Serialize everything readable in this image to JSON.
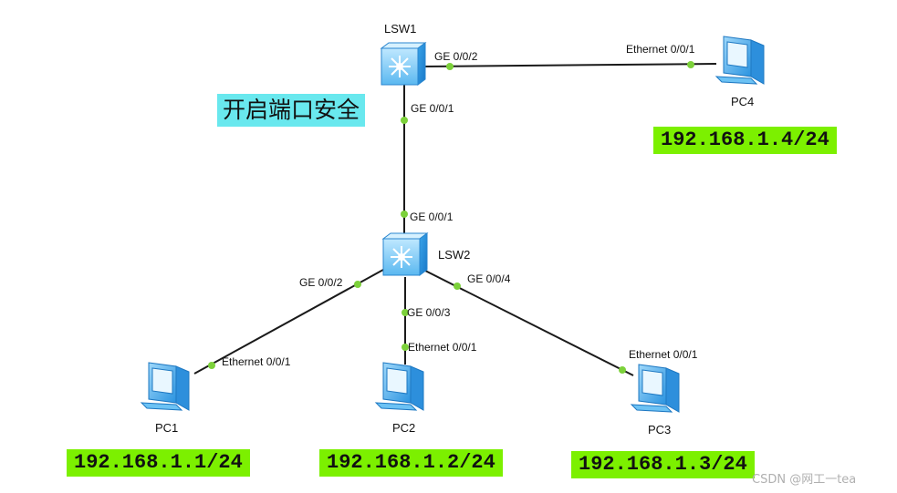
{
  "devices": {
    "lsw1": {
      "name": "LSW1",
      "icon": "switch-icon"
    },
    "lsw2": {
      "name": "LSW2",
      "icon": "switch-icon"
    },
    "pc1": {
      "name": "PC1",
      "icon": "pc-icon",
      "ip": "192.168.1.1/24"
    },
    "pc2": {
      "name": "PC2",
      "icon": "pc-icon",
      "ip": "192.168.1.2/24"
    },
    "pc3": {
      "name": "PC3",
      "icon": "pc-icon",
      "ip": "192.168.1.3/24"
    },
    "pc4": {
      "name": "PC4",
      "icon": "pc-icon",
      "ip": "192.168.1.4/24"
    }
  },
  "links": [
    {
      "from": "LSW1",
      "from_port": "GE 0/0/2",
      "to": "PC4",
      "to_port": "Ethernet 0/0/1"
    },
    {
      "from": "LSW1",
      "from_port": "GE 0/0/1",
      "to": "LSW2",
      "to_port": "GE 0/0/1"
    },
    {
      "from": "LSW2",
      "from_port": "GE 0/0/2",
      "to": "PC1",
      "to_port": "Ethernet 0/0/1"
    },
    {
      "from": "LSW2",
      "from_port": "GE 0/0/3",
      "to": "PC2",
      "to_port": "Ethernet 0/0/1"
    },
    {
      "from": "LSW2",
      "from_port": "GE 0/0/4",
      "to": "PC3",
      "to_port": "Ethernet 0/0/1"
    }
  ],
  "note": "开启端口安全",
  "watermark": "CSDN @网工一tea",
  "colors": {
    "ip_bg": "#7cf000",
    "note_bg": "#69e8ee",
    "link_dot": "#7cd13a",
    "device_blue": "#2e9fe6"
  }
}
